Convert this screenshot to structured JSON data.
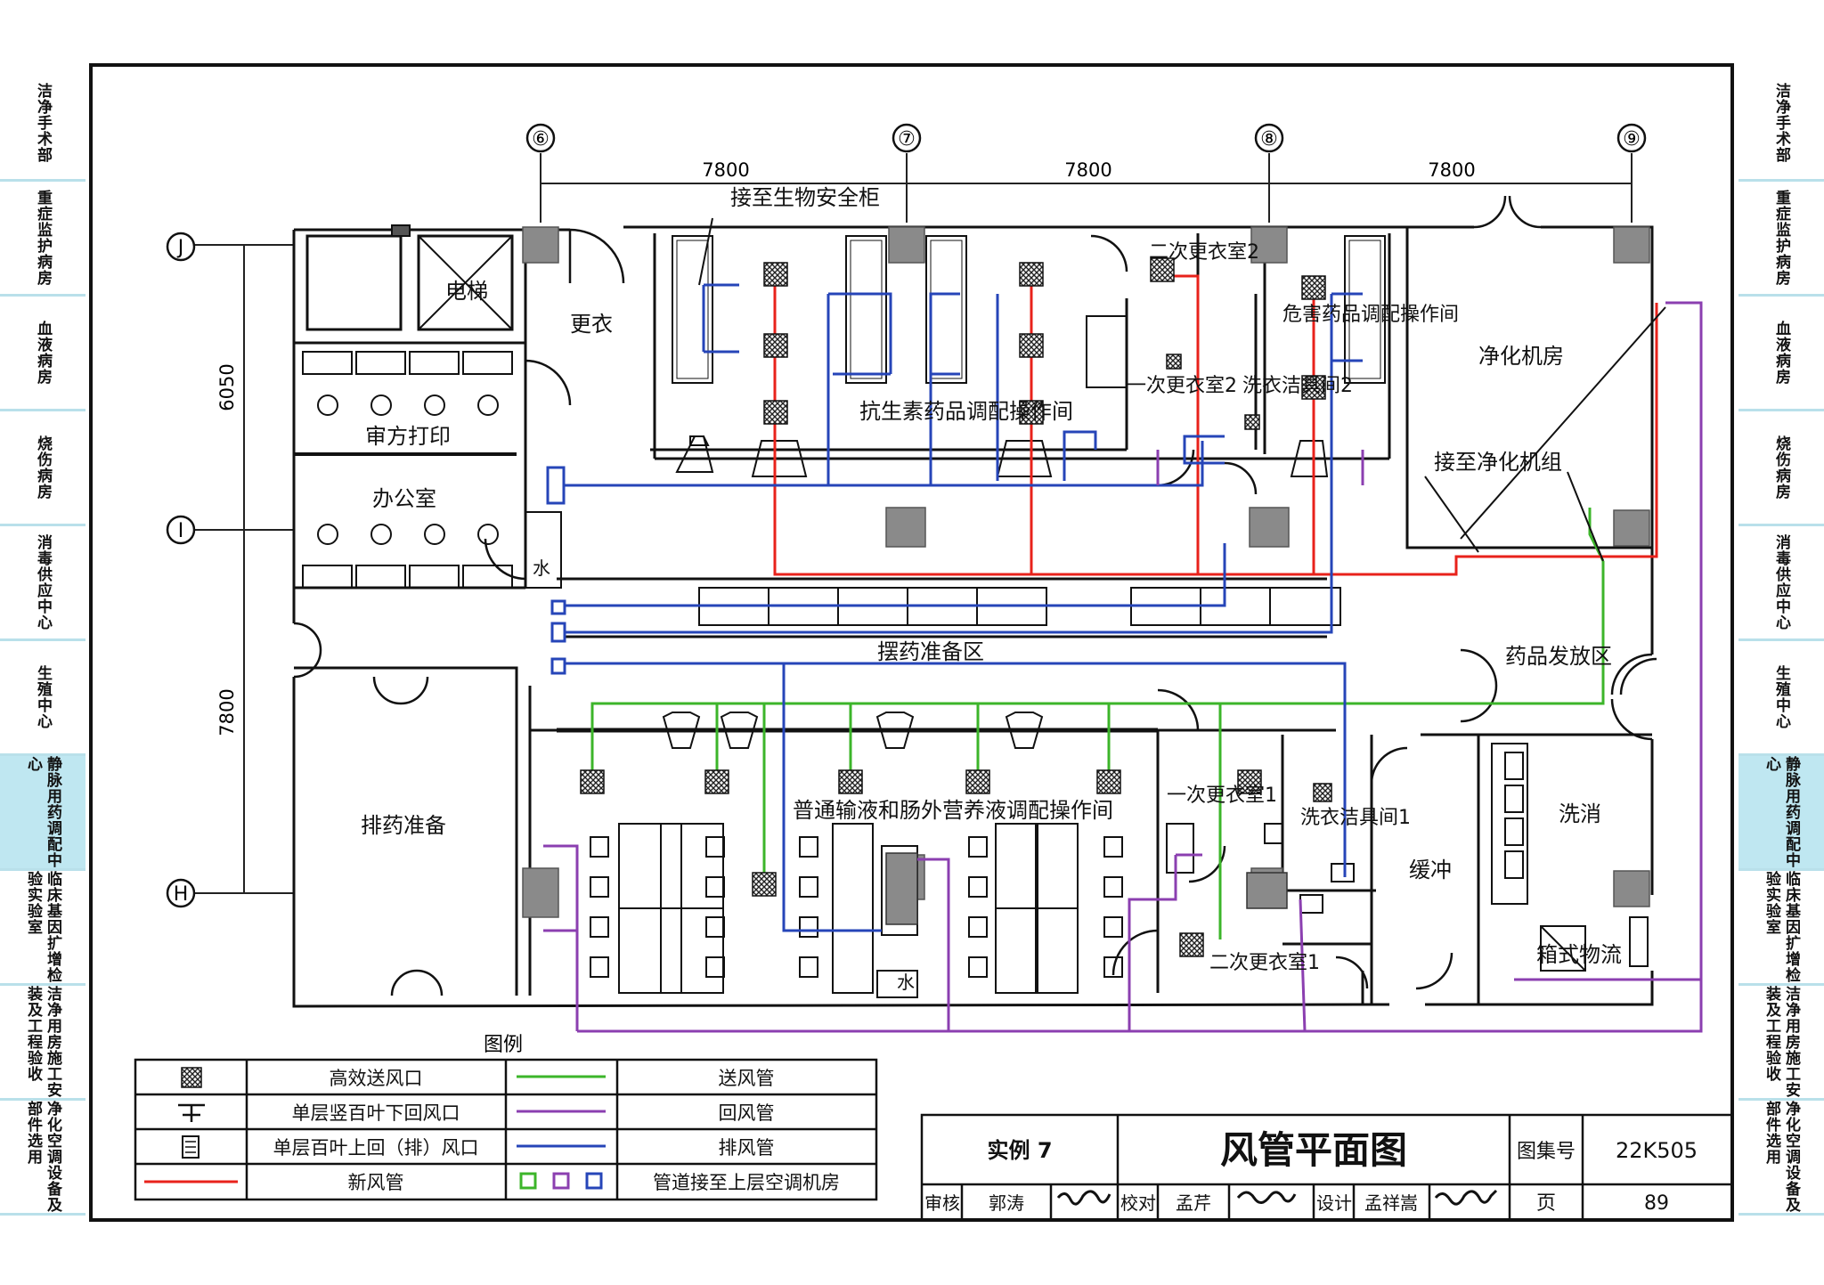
{
  "side_tabs": [
    {
      "label": "洁净手术部",
      "active": false
    },
    {
      "label": "重症监护病房",
      "active": false
    },
    {
      "label": "血液病房",
      "active": false
    },
    {
      "label": "烧伤病房",
      "active": false
    },
    {
      "label": "消毒供应中心",
      "active": false
    },
    {
      "label": "生殖中心",
      "active": false
    },
    {
      "label": "静脉用药调配中心",
      "active": true
    },
    {
      "label": "临床基因扩增检验实验室",
      "active": false
    },
    {
      "label": "洁净用房施工安装及工程验收",
      "active": false
    },
    {
      "label": "净化空调设备及部件选用",
      "active": false
    }
  ],
  "axes": {
    "columns": [
      "⑥",
      "⑦",
      "⑧",
      "⑨"
    ],
    "rows": [
      "J",
      "I",
      "H"
    ],
    "column_dims": [
      "7800",
      "7800",
      "7800"
    ],
    "row_dims": [
      "6050",
      "7800"
    ]
  },
  "rooms": {
    "elevator": "电梯",
    "changing": "更衣",
    "prescription_print": "审方打印",
    "office": "办公室",
    "water": "水",
    "antibiotic_room": "抗生素药品调配操作间",
    "second_change_2": "二次更衣室2",
    "hazardous_room": "危害药品调配操作间",
    "first_change_2": "一次更衣室2",
    "wash_2": "洗衣洁具间2",
    "purification_room": "净化机房",
    "to_purification_unit": "接至净化机组",
    "to_biosafety_cabinet": "接至生物安全柜",
    "prep_area": "摆药准备区",
    "dispensing_area": "药品发放区",
    "dispensing_prep": "排药准备",
    "general_room": "普通输液和肠外营养液调配操作间",
    "first_change_1": "一次更衣室1",
    "wash_1": "洗衣洁具间1",
    "second_change_1": "二次更衣室1",
    "buffer": "缓冲",
    "wash_disinfect": "洗消",
    "box_logistics": "箱式物流"
  },
  "legend": {
    "title": "图例",
    "rows": [
      {
        "left_label": "高效送风口",
        "right_label": "送风管",
        "right_color": "#3cb52a"
      },
      {
        "left_label": "单层竖百叶下回风口",
        "right_label": "回风管",
        "right_color": "#8b3fb0"
      },
      {
        "left_label": "单层百叶上回（排）风口",
        "right_label": "排风管",
        "right_color": "#2645b8"
      },
      {
        "left_label": "新风管",
        "right_label": "管道接至上层空调机房",
        "left_color": "#e8221b"
      }
    ]
  },
  "title_block": {
    "example": "实例 7",
    "title": "风管平面图",
    "atlas_label": "图集号",
    "atlas_no": "22K505",
    "review_label": "审核",
    "reviewer": "郭涛",
    "check_label": "校对",
    "checker": "孟芹",
    "design_label": "设计",
    "designer": "孟祥嵩",
    "page_label": "页",
    "page_no": "89"
  },
  "colors": {
    "supply": "#3cb52a",
    "return": "#8b3fb0",
    "exhaust": "#2645b8",
    "fresh": "#e8221b",
    "column": "#8a8a8a"
  }
}
